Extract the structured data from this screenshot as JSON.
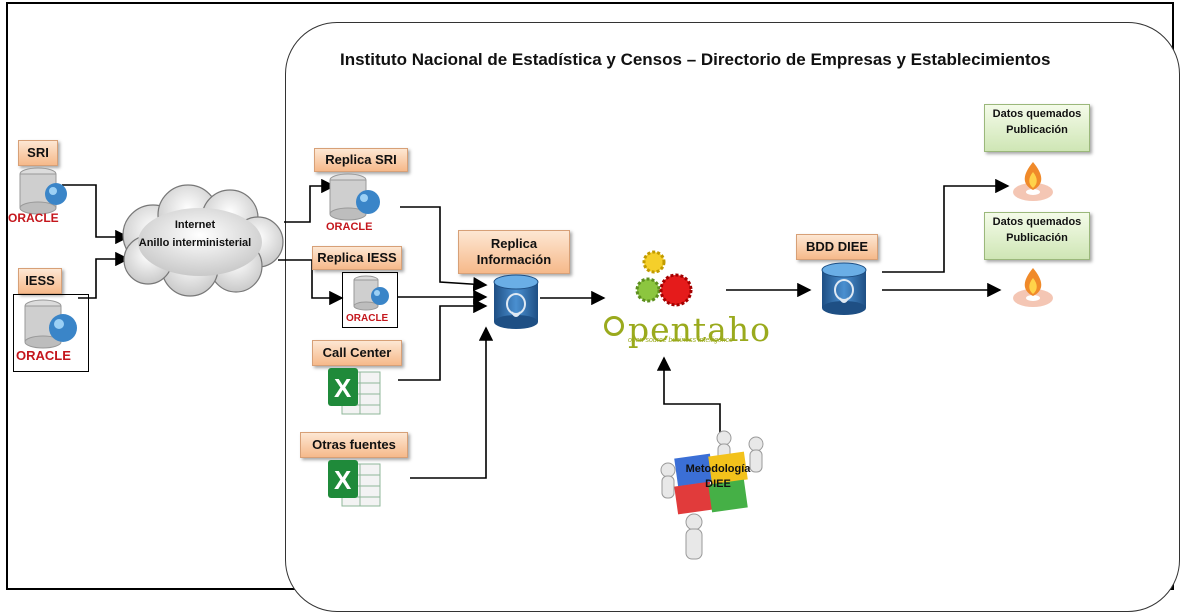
{
  "title": "Instituto Nacional de Estadística y Censos – Directorio de Empresas y Establecimientos",
  "sources": {
    "sri": "SRI",
    "iess": "IESS"
  },
  "cloud": {
    "line1": "Internet",
    "line2": "Anillo interministerial"
  },
  "replicas": {
    "sri": "Replica SRI",
    "iess": "Replica IESS",
    "call_center": "Call Center",
    "otras": "Otras fuentes"
  },
  "replica_info": {
    "line1": "Replica",
    "line2": "Información"
  },
  "bdd": "BDD DIEE",
  "outputs": [
    {
      "line1": "Datos quemados",
      "line2": "Publicación"
    },
    {
      "line1": "Datos quemados",
      "line2": "Publicación"
    }
  ],
  "oracle_logo": "ORACLE",
  "pentaho": {
    "word": "pentaho",
    "tagline": "open source business intelligence"
  },
  "metodologia": {
    "line1": "Metodología",
    "line2": "DIEE"
  },
  "colors": {
    "label_orange": "#f6b98a",
    "label_green": "#cfe6b5",
    "oracle_red": "#c4161c",
    "excel_green": "#1f8a3a",
    "db_blue": "#2f6aa6"
  }
}
